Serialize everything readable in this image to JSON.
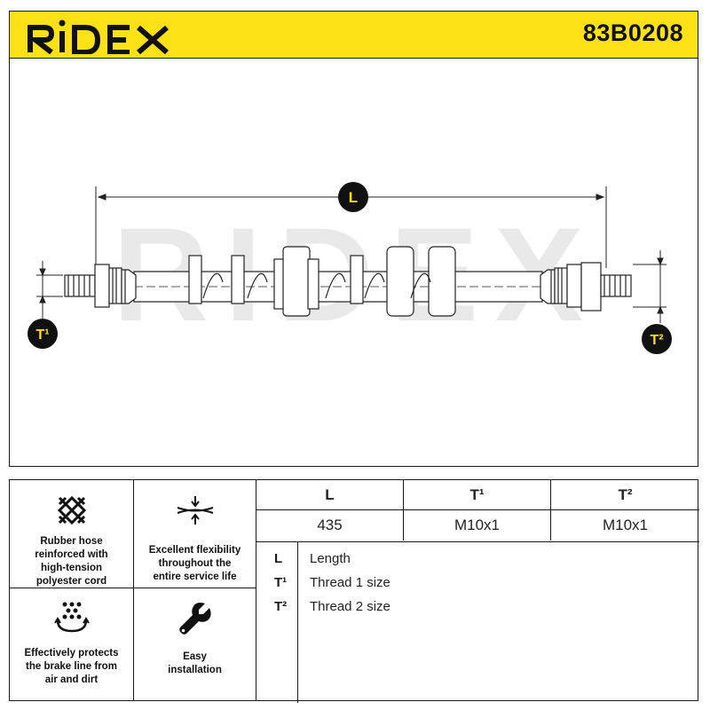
{
  "header": {
    "brand": "RIDEX",
    "part_number": "83B0208",
    "accent_color": "#fbe115"
  },
  "drawing": {
    "watermark": "RIDEX",
    "dimension_labels": {
      "length": "L",
      "thread1": "T¹",
      "thread2": "T²"
    }
  },
  "features": [
    {
      "icon": "mesh-icon",
      "text": "Rubber hose\nreinforced with\nhigh-tension\npolyester cord"
    },
    {
      "icon": "flexibility-icon",
      "text": "Excellent flexibility\nthroughout the\nentire service life"
    },
    {
      "icon": "protection-icon",
      "text": "Effectively protects\nthe brake line from\nair and dirt"
    },
    {
      "icon": "wrench-icon",
      "text": "Easy\ninstallation"
    }
  ],
  "specs": {
    "headers": [
      "L",
      "T¹",
      "T²"
    ],
    "values": [
      "435",
      "M10x1",
      "M10x1"
    ]
  },
  "legend": [
    {
      "key": "L",
      "label": "Length"
    },
    {
      "key": "T¹",
      "label": "Thread 1 size"
    },
    {
      "key": "T²",
      "label": "Thread 2 size"
    }
  ]
}
